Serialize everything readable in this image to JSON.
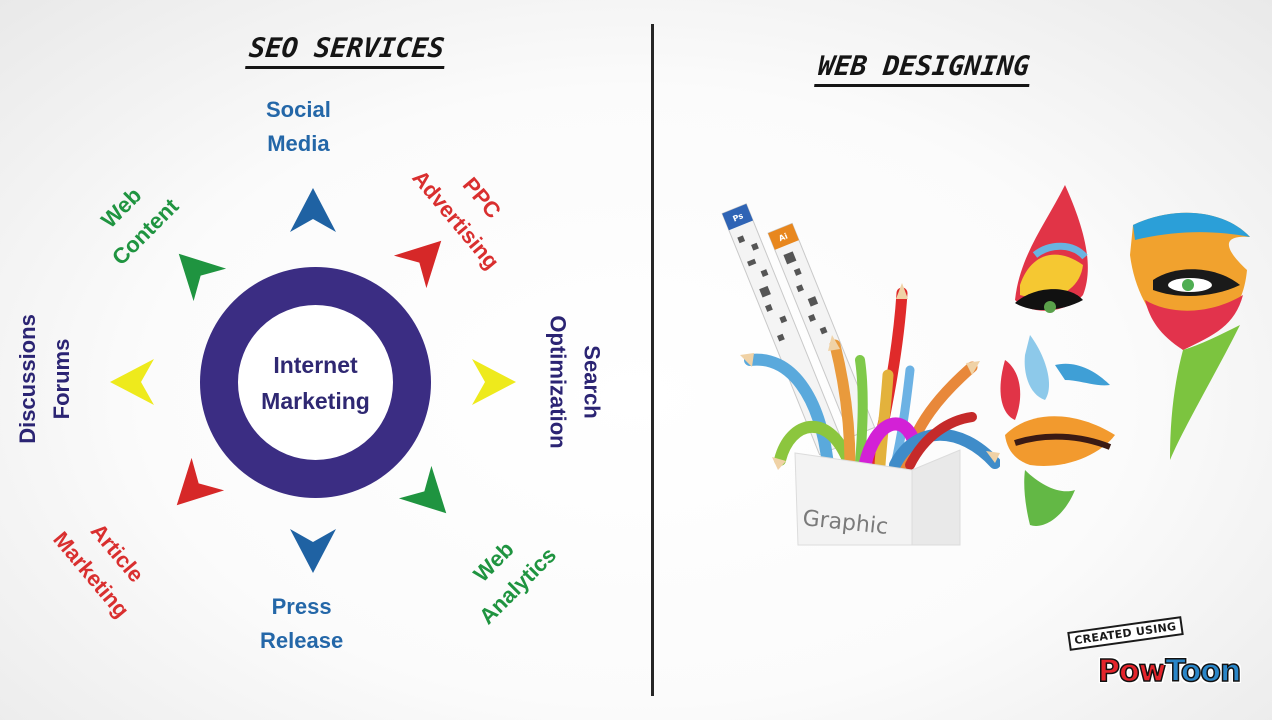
{
  "slide": {
    "left_panel": {
      "title": "SEO SERVICES",
      "center": {
        "line1": "Internet",
        "line2": "Marketing",
        "ring_color": "#3b2d83"
      },
      "items": [
        {
          "id": "social-media",
          "lines": [
            "Social",
            "Media"
          ],
          "color": "#2467a8",
          "arrow_color": "#1f62a3",
          "direction": "up"
        },
        {
          "id": "ppc-advertising",
          "lines": [
            "PPC",
            "Advertising"
          ],
          "color": "#d92f2f",
          "arrow_color": "#d62828",
          "direction": "up-right"
        },
        {
          "id": "search-optimization",
          "lines": [
            "Search",
            "Optimization"
          ],
          "color": "#2b2473",
          "arrow_color": "#eeea1c",
          "direction": "right"
        },
        {
          "id": "web-analytics",
          "lines": [
            "Web",
            "Analytics"
          ],
          "color": "#1f9440",
          "arrow_color": "#1f9440",
          "direction": "down-right"
        },
        {
          "id": "press-release",
          "lines": [
            "Press",
            "Release"
          ],
          "color": "#2467a8",
          "arrow_color": "#1f62a3",
          "direction": "down"
        },
        {
          "id": "article-marketing",
          "lines": [
            "Article",
            "Marketing"
          ],
          "color": "#d92f2f",
          "arrow_color": "#d62828",
          "direction": "down-left"
        },
        {
          "id": "discussions-forums",
          "lines": [
            "Discussions",
            "Forums"
          ],
          "color": "#2b2473",
          "arrow_color": "#eeea1c",
          "direction": "left"
        },
        {
          "id": "web-content",
          "lines": [
            "Web",
            "Content"
          ],
          "color": "#1f9440",
          "arrow_color": "#1f9440",
          "direction": "up-left"
        }
      ]
    },
    "right_panel": {
      "title": "WEB DESIGNING",
      "illustration": {
        "cup_text": "Graphic",
        "toolbar_labels": [
          "Ps",
          "Ai"
        ]
      }
    },
    "watermark": {
      "created_using": "CREATED USING",
      "brand_part1": "Pow",
      "brand_part2": "Toon"
    }
  }
}
